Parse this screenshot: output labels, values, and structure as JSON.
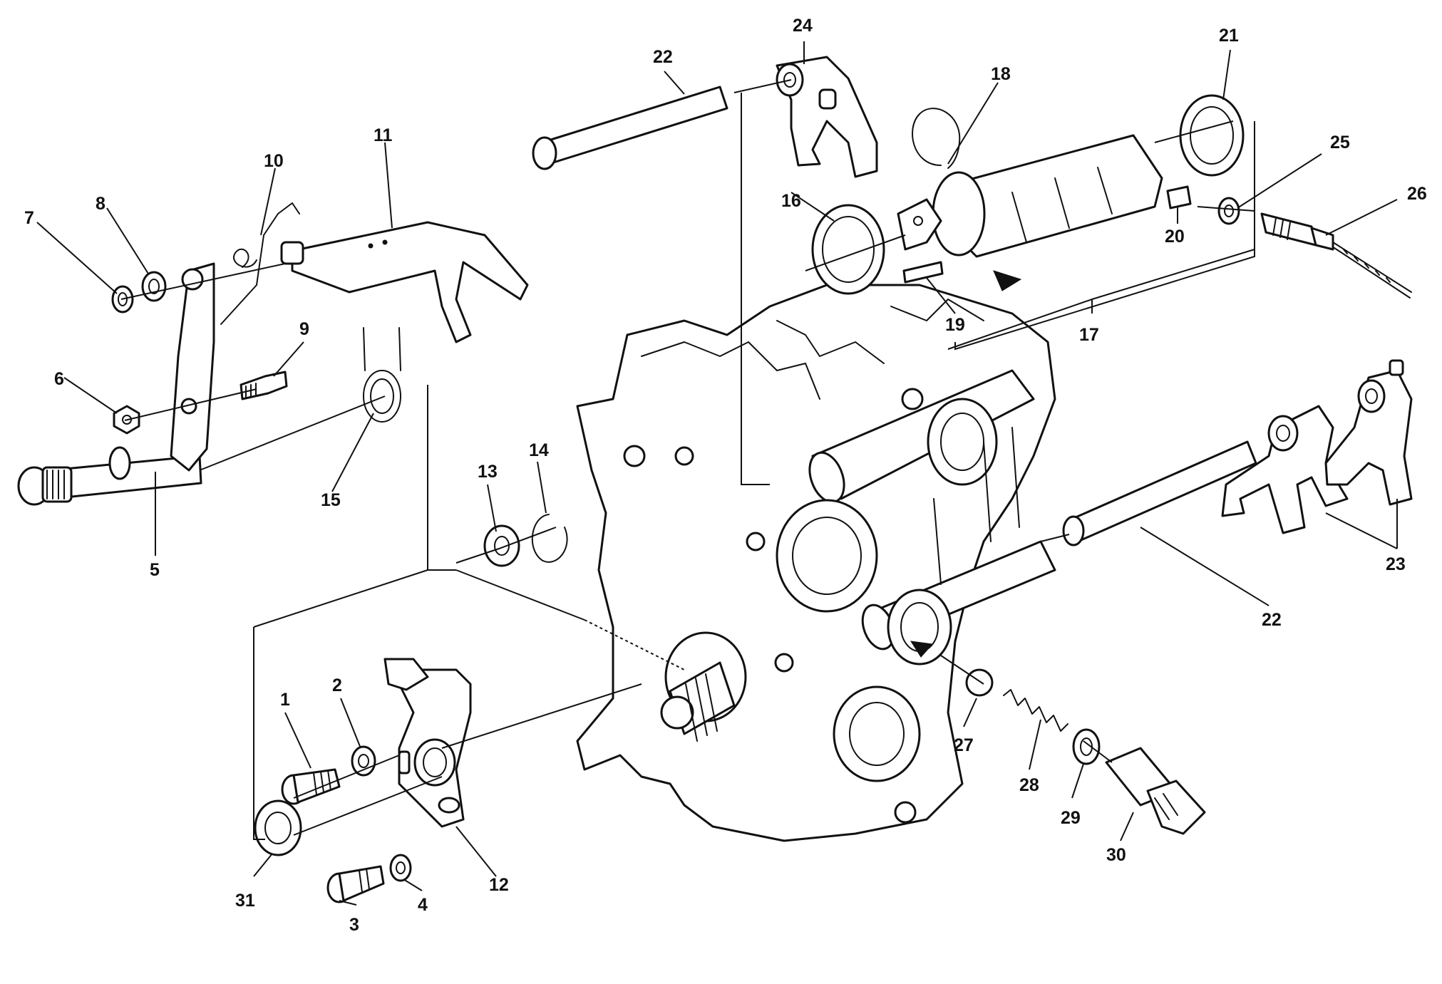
{
  "callouts": [
    {
      "id": "1",
      "text": "1"
    },
    {
      "id": "2",
      "text": "2"
    },
    {
      "id": "3",
      "text": "3"
    },
    {
      "id": "4",
      "text": "4"
    },
    {
      "id": "5",
      "text": "5"
    },
    {
      "id": "6",
      "text": "6"
    },
    {
      "id": "7",
      "text": "7"
    },
    {
      "id": "8",
      "text": "8"
    },
    {
      "id": "9",
      "text": "9"
    },
    {
      "id": "10",
      "text": "10"
    },
    {
      "id": "11",
      "text": "11"
    },
    {
      "id": "12",
      "text": "12"
    },
    {
      "id": "13",
      "text": "13"
    },
    {
      "id": "14",
      "text": "14"
    },
    {
      "id": "15",
      "text": "15"
    },
    {
      "id": "16",
      "text": "16"
    },
    {
      "id": "17",
      "text": "17"
    },
    {
      "id": "18",
      "text": "18"
    },
    {
      "id": "19",
      "text": "19"
    },
    {
      "id": "20",
      "text": "20"
    },
    {
      "id": "21",
      "text": "21"
    },
    {
      "id": "22a",
      "text": "22"
    },
    {
      "id": "22b",
      "text": "22"
    },
    {
      "id": "23",
      "text": "23"
    },
    {
      "id": "24",
      "text": "24"
    },
    {
      "id": "25",
      "text": "25"
    },
    {
      "id": "26",
      "text": "26"
    },
    {
      "id": "27",
      "text": "27"
    },
    {
      "id": "28",
      "text": "28"
    },
    {
      "id": "29",
      "text": "29"
    },
    {
      "id": "30",
      "text": "30"
    },
    {
      "id": "31",
      "text": "31"
    }
  ]
}
